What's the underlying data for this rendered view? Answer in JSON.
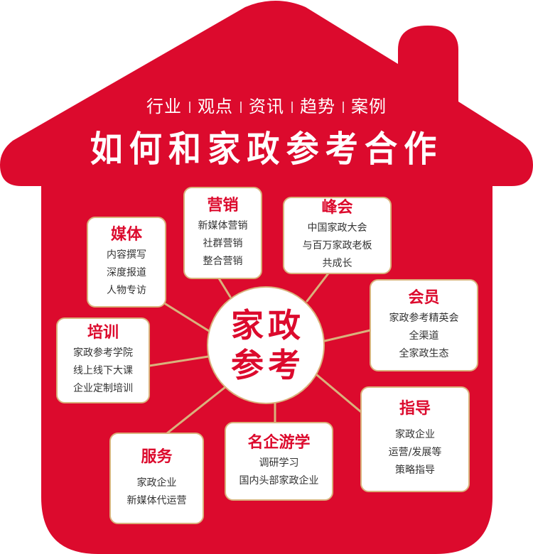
{
  "colors": {
    "brand_red": "#DC0A2D",
    "gold_line": "#D9B27C",
    "card_bg": "#FFFFFF",
    "body_text": "#333333"
  },
  "header": {
    "tagline_items": [
      "行业",
      "观点",
      "资讯",
      "趋势",
      "案例"
    ],
    "title": "如何和家政参考合作"
  },
  "center": {
    "line1": "家政",
    "line2": "参考"
  },
  "cards": {
    "media": {
      "title": "媒体",
      "lines": [
        "内容撰写",
        "深度报道",
        "人物专访"
      ]
    },
    "marketing": {
      "title": "营销",
      "lines": [
        "新媒体营销",
        "社群营销",
        "整合营销"
      ]
    },
    "summit": {
      "title": "峰会",
      "lines": [
        "中国家政大会",
        "与百万家政老板",
        "共成长"
      ]
    },
    "member": {
      "title": "会员",
      "lines": [
        "家政参考精英会",
        "全渠道",
        "全家政生态"
      ]
    },
    "training": {
      "title": "培训",
      "lines": [
        "家政参考学院",
        "线上线下大课",
        "企业定制培训"
      ]
    },
    "guidance": {
      "title": "指导",
      "lines": [
        "家政企业",
        "运营/发展等",
        "策略指导"
      ]
    },
    "study_tour": {
      "title": "名企游学",
      "lines": [
        "调研学习",
        "国内头部家政企业"
      ]
    },
    "service": {
      "title": "服务",
      "lines": [
        "家政企业",
        "新媒体代运营"
      ]
    }
  }
}
